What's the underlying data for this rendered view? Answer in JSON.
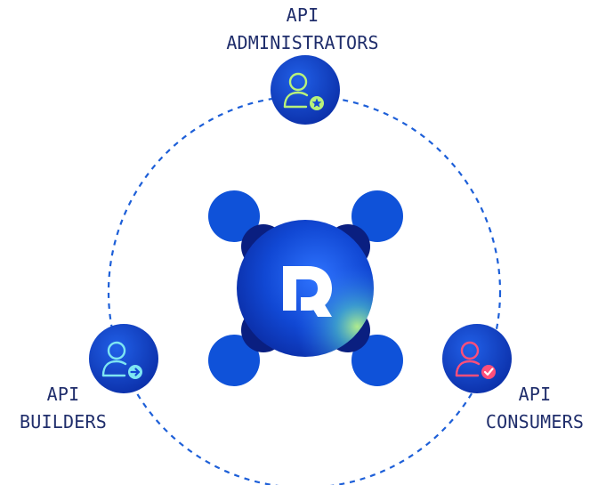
{
  "roles": {
    "administrators": {
      "line1": "API",
      "line2": "ADMINISTRATORS",
      "icon": "user-star-icon",
      "icon_color": "#b8f27a"
    },
    "builders": {
      "line1": "API",
      "line2": "BUILDERS",
      "icon": "user-arrow-icon",
      "icon_color": "#7ee6f2"
    },
    "consumers": {
      "line1": "API",
      "line2": "CONSUMERS",
      "icon": "user-check-icon",
      "icon_color": "#ff4f7a"
    }
  },
  "center": {
    "logo_icon": "product-logo-icon"
  },
  "colors": {
    "primary_blue": "#0f52d9",
    "dark_navy": "#0a1f80",
    "dashed_ring": "#1d5fd8",
    "label_text": "#1f2d6b"
  }
}
